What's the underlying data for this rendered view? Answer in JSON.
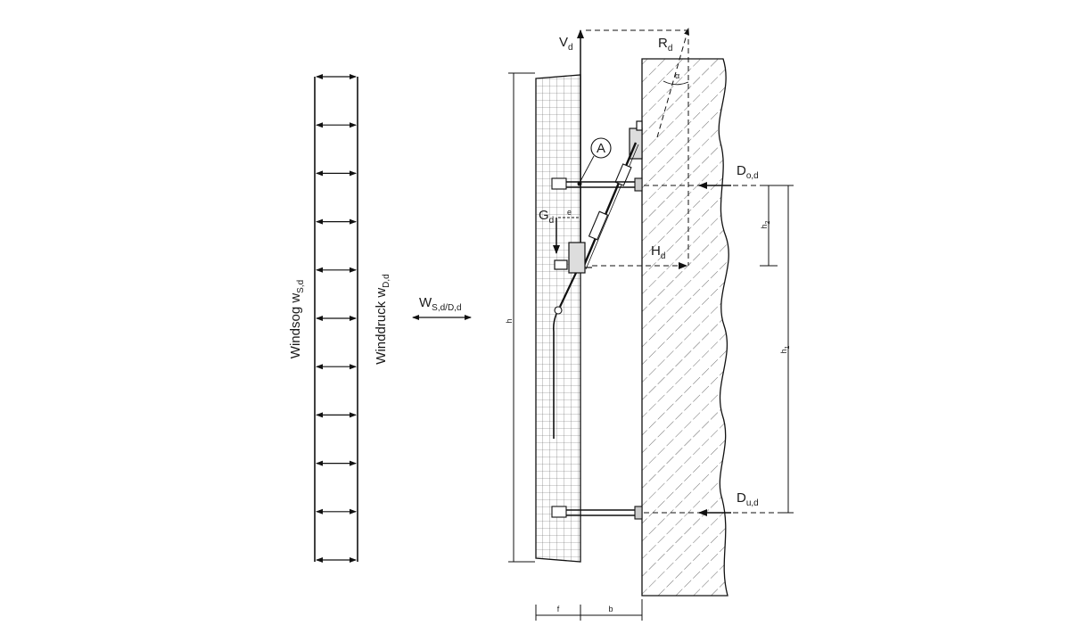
{
  "labels": {
    "windsog": {
      "main": "Windsog w",
      "sub": "S,d"
    },
    "winddruck": {
      "main": "Winddruck w",
      "sub": "D,d"
    },
    "wind_resultant": {
      "main": "W",
      "sub": "S,d/D,d"
    },
    "vd": {
      "main": "V",
      "sub": "d"
    },
    "rd": {
      "main": "R",
      "sub": "d"
    },
    "alpha": "α",
    "detail_a": "A",
    "do": {
      "main": "D",
      "sub": "o,d"
    },
    "du": {
      "main": "D",
      "sub": "u,d"
    },
    "gd": {
      "main": "G",
      "sub": "d"
    },
    "e": "e",
    "hd": {
      "main": "H",
      "sub": "d"
    },
    "h": "h",
    "h1": {
      "main": "h",
      "sub": "1"
    },
    "h2": {
      "main": "h",
      "sub": "2"
    },
    "f": "f",
    "b": "b"
  }
}
